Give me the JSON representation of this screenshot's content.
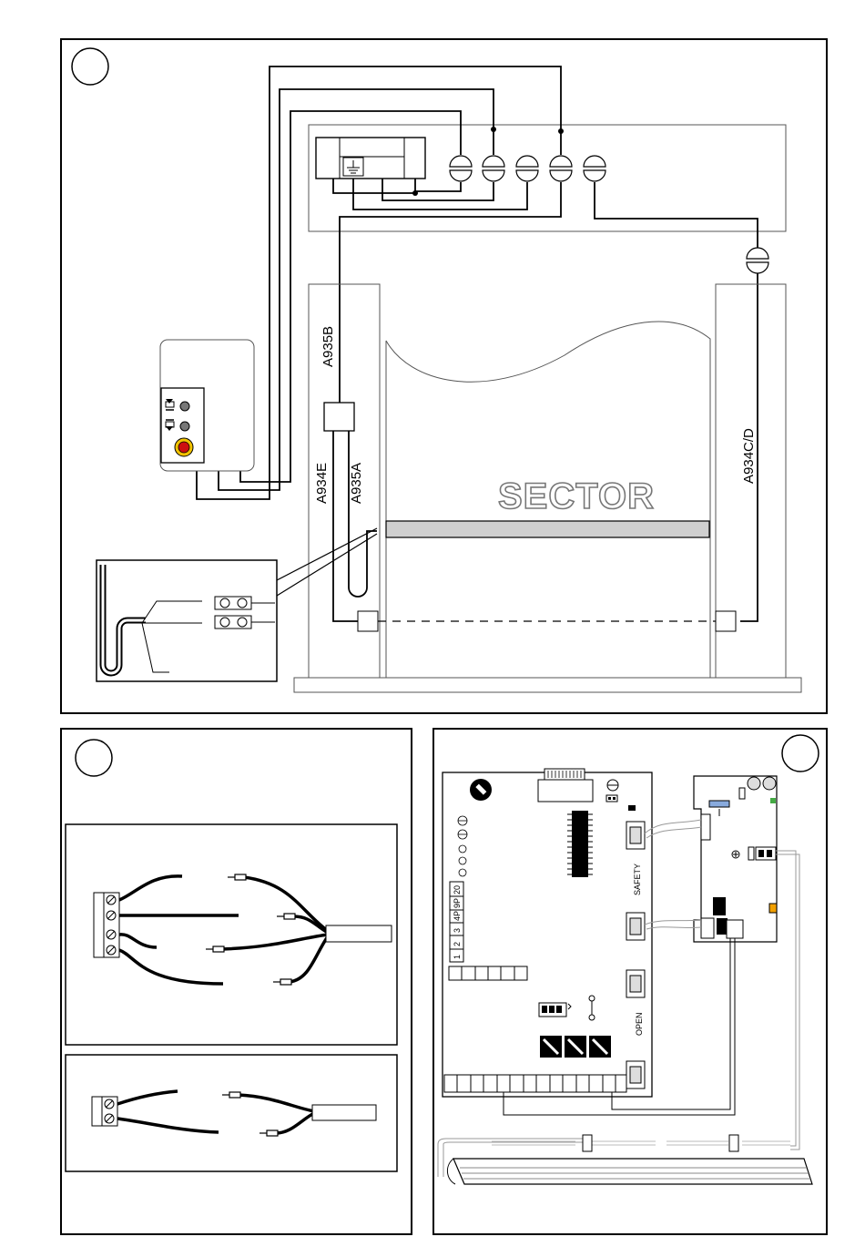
{
  "figure1": {
    "labels": {
      "a935b": "A935B",
      "a934e": "A934E",
      "a935a": "A935A",
      "a934cd": "A934C/D",
      "sector": "SECTOR"
    }
  },
  "figure3": {
    "labels": {
      "safety": "SAFETY",
      "open": "OPEN",
      "terminal_numbers": [
        "1",
        "2",
        "3",
        "4P",
        "9P",
        "20"
      ]
    }
  }
}
